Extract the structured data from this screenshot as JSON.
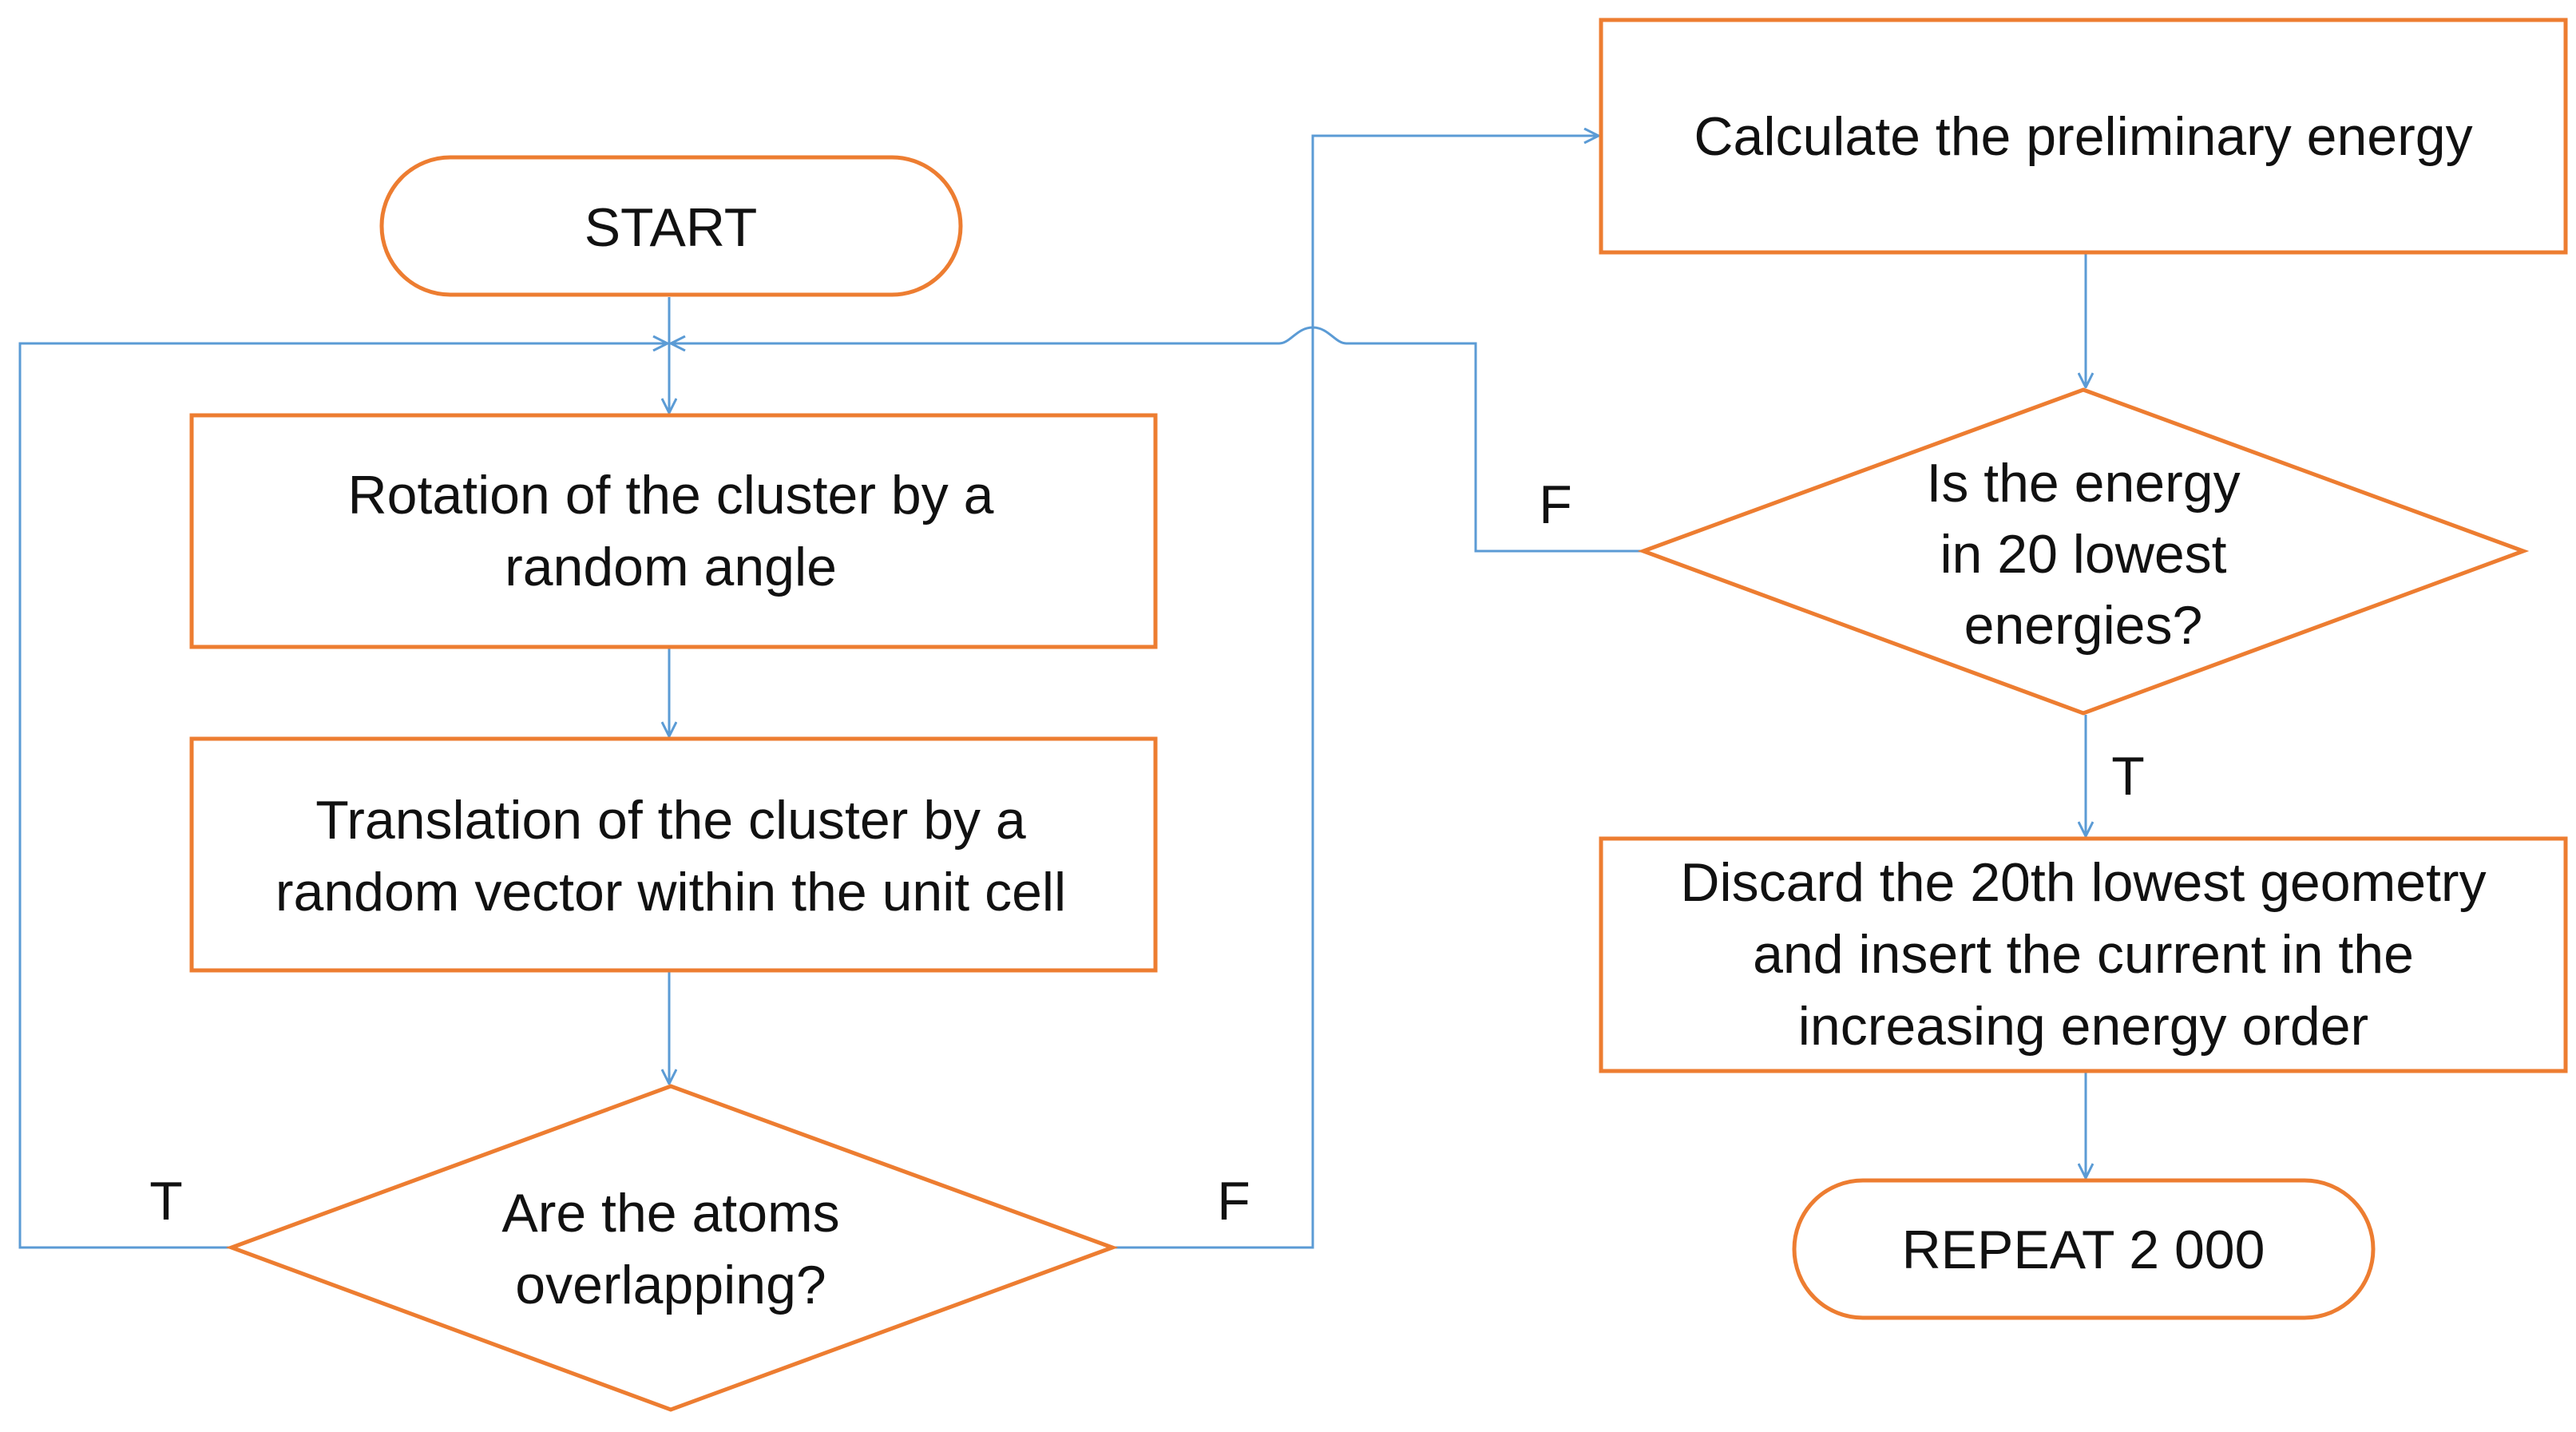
{
  "colors": {
    "node_border": "#ED7D31",
    "connector": "#5B9BD5",
    "text": "#111111",
    "background": "#ffffff"
  },
  "nodes": {
    "start": {
      "label": "START"
    },
    "rotation": {
      "lines": [
        "Rotation of the cluster by a",
        "random angle"
      ]
    },
    "translation": {
      "lines": [
        "Translation of the cluster by a",
        "random vector within the unit cell"
      ]
    },
    "overlap_check": {
      "lines": [
        "Are the atoms",
        "overlapping?"
      ]
    },
    "preliminary_energy": {
      "label": "Calculate the preliminary energy"
    },
    "energy_check": {
      "lines": [
        "Is the energy",
        "in 20 lowest",
        "energies?"
      ]
    },
    "discard": {
      "lines": [
        "Discard the 20th lowest geometry",
        "and insert the current in the",
        "increasing energy order"
      ]
    },
    "repeat": {
      "label": "REPEAT 2 000"
    }
  },
  "edge_labels": {
    "overlap_true": "T",
    "overlap_false": "F",
    "energy_false": "F",
    "energy_true": "T"
  }
}
